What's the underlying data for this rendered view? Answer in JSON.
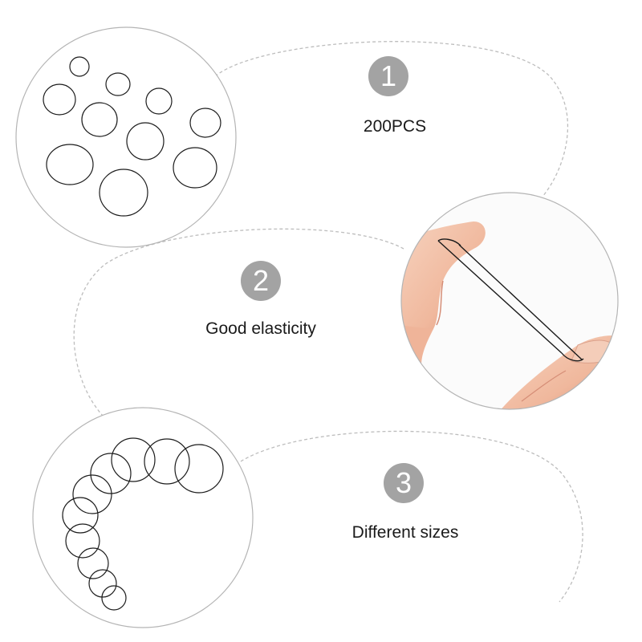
{
  "features": [
    {
      "number": "1",
      "label": "200PCS"
    },
    {
      "number": "2",
      "label": "Good elasticity"
    },
    {
      "number": "3",
      "label": "Different sizes"
    }
  ],
  "colors": {
    "badge": "#a3a3a3",
    "ring_stroke": "#1c1c1c",
    "circle_border": "#b4b4b4",
    "dashed_outline": "#bdbdbd",
    "skin": "#f2c0a6",
    "skin_shadow": "#d98e77"
  },
  "images": [
    {
      "subject": "scattered-rubber-bands"
    },
    {
      "subject": "rubber-band-stretched-between-fingers"
    },
    {
      "subject": "rubber-bands-increasing-size-arc"
    }
  ]
}
